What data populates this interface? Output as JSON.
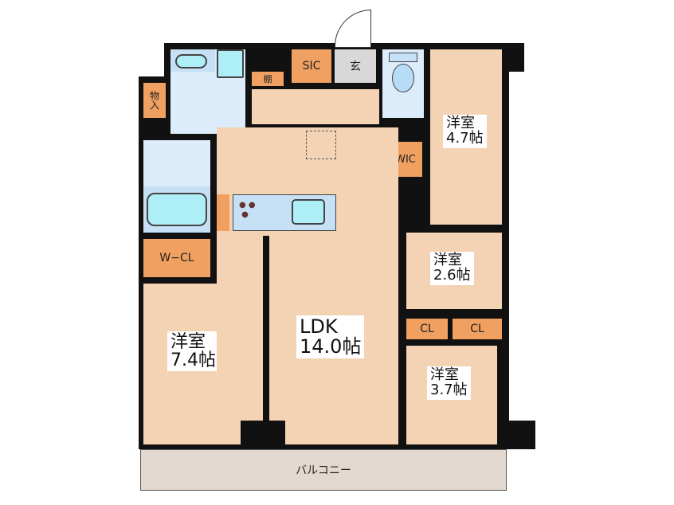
{
  "floor_plan": {
    "rooms": {
      "western_1": {
        "name": "洋室",
        "size": "4.7帖"
      },
      "western_2": {
        "name": "洋室",
        "size": "2.6帖"
      },
      "western_3": {
        "name": "洋室",
        "size": "3.7帖"
      },
      "western_4": {
        "name": "洋室",
        "size": "7.4帖"
      },
      "ldk": {
        "name": "LDK",
        "size": "14.0帖"
      }
    },
    "storage": {
      "sic": "SIC",
      "shelf": "棚",
      "entrance": "玄",
      "storeroom": "物入",
      "wic": "WIC",
      "wcl": "W−CL",
      "cl_1": "CL",
      "cl_2": "CL"
    },
    "balcony": "バルコニー",
    "colors": {
      "room": "#f4d2b4",
      "storage": "#f0a060",
      "wet_area": "#dcecfa",
      "wall": "#111111",
      "balcony": "#e2d8d0"
    }
  }
}
